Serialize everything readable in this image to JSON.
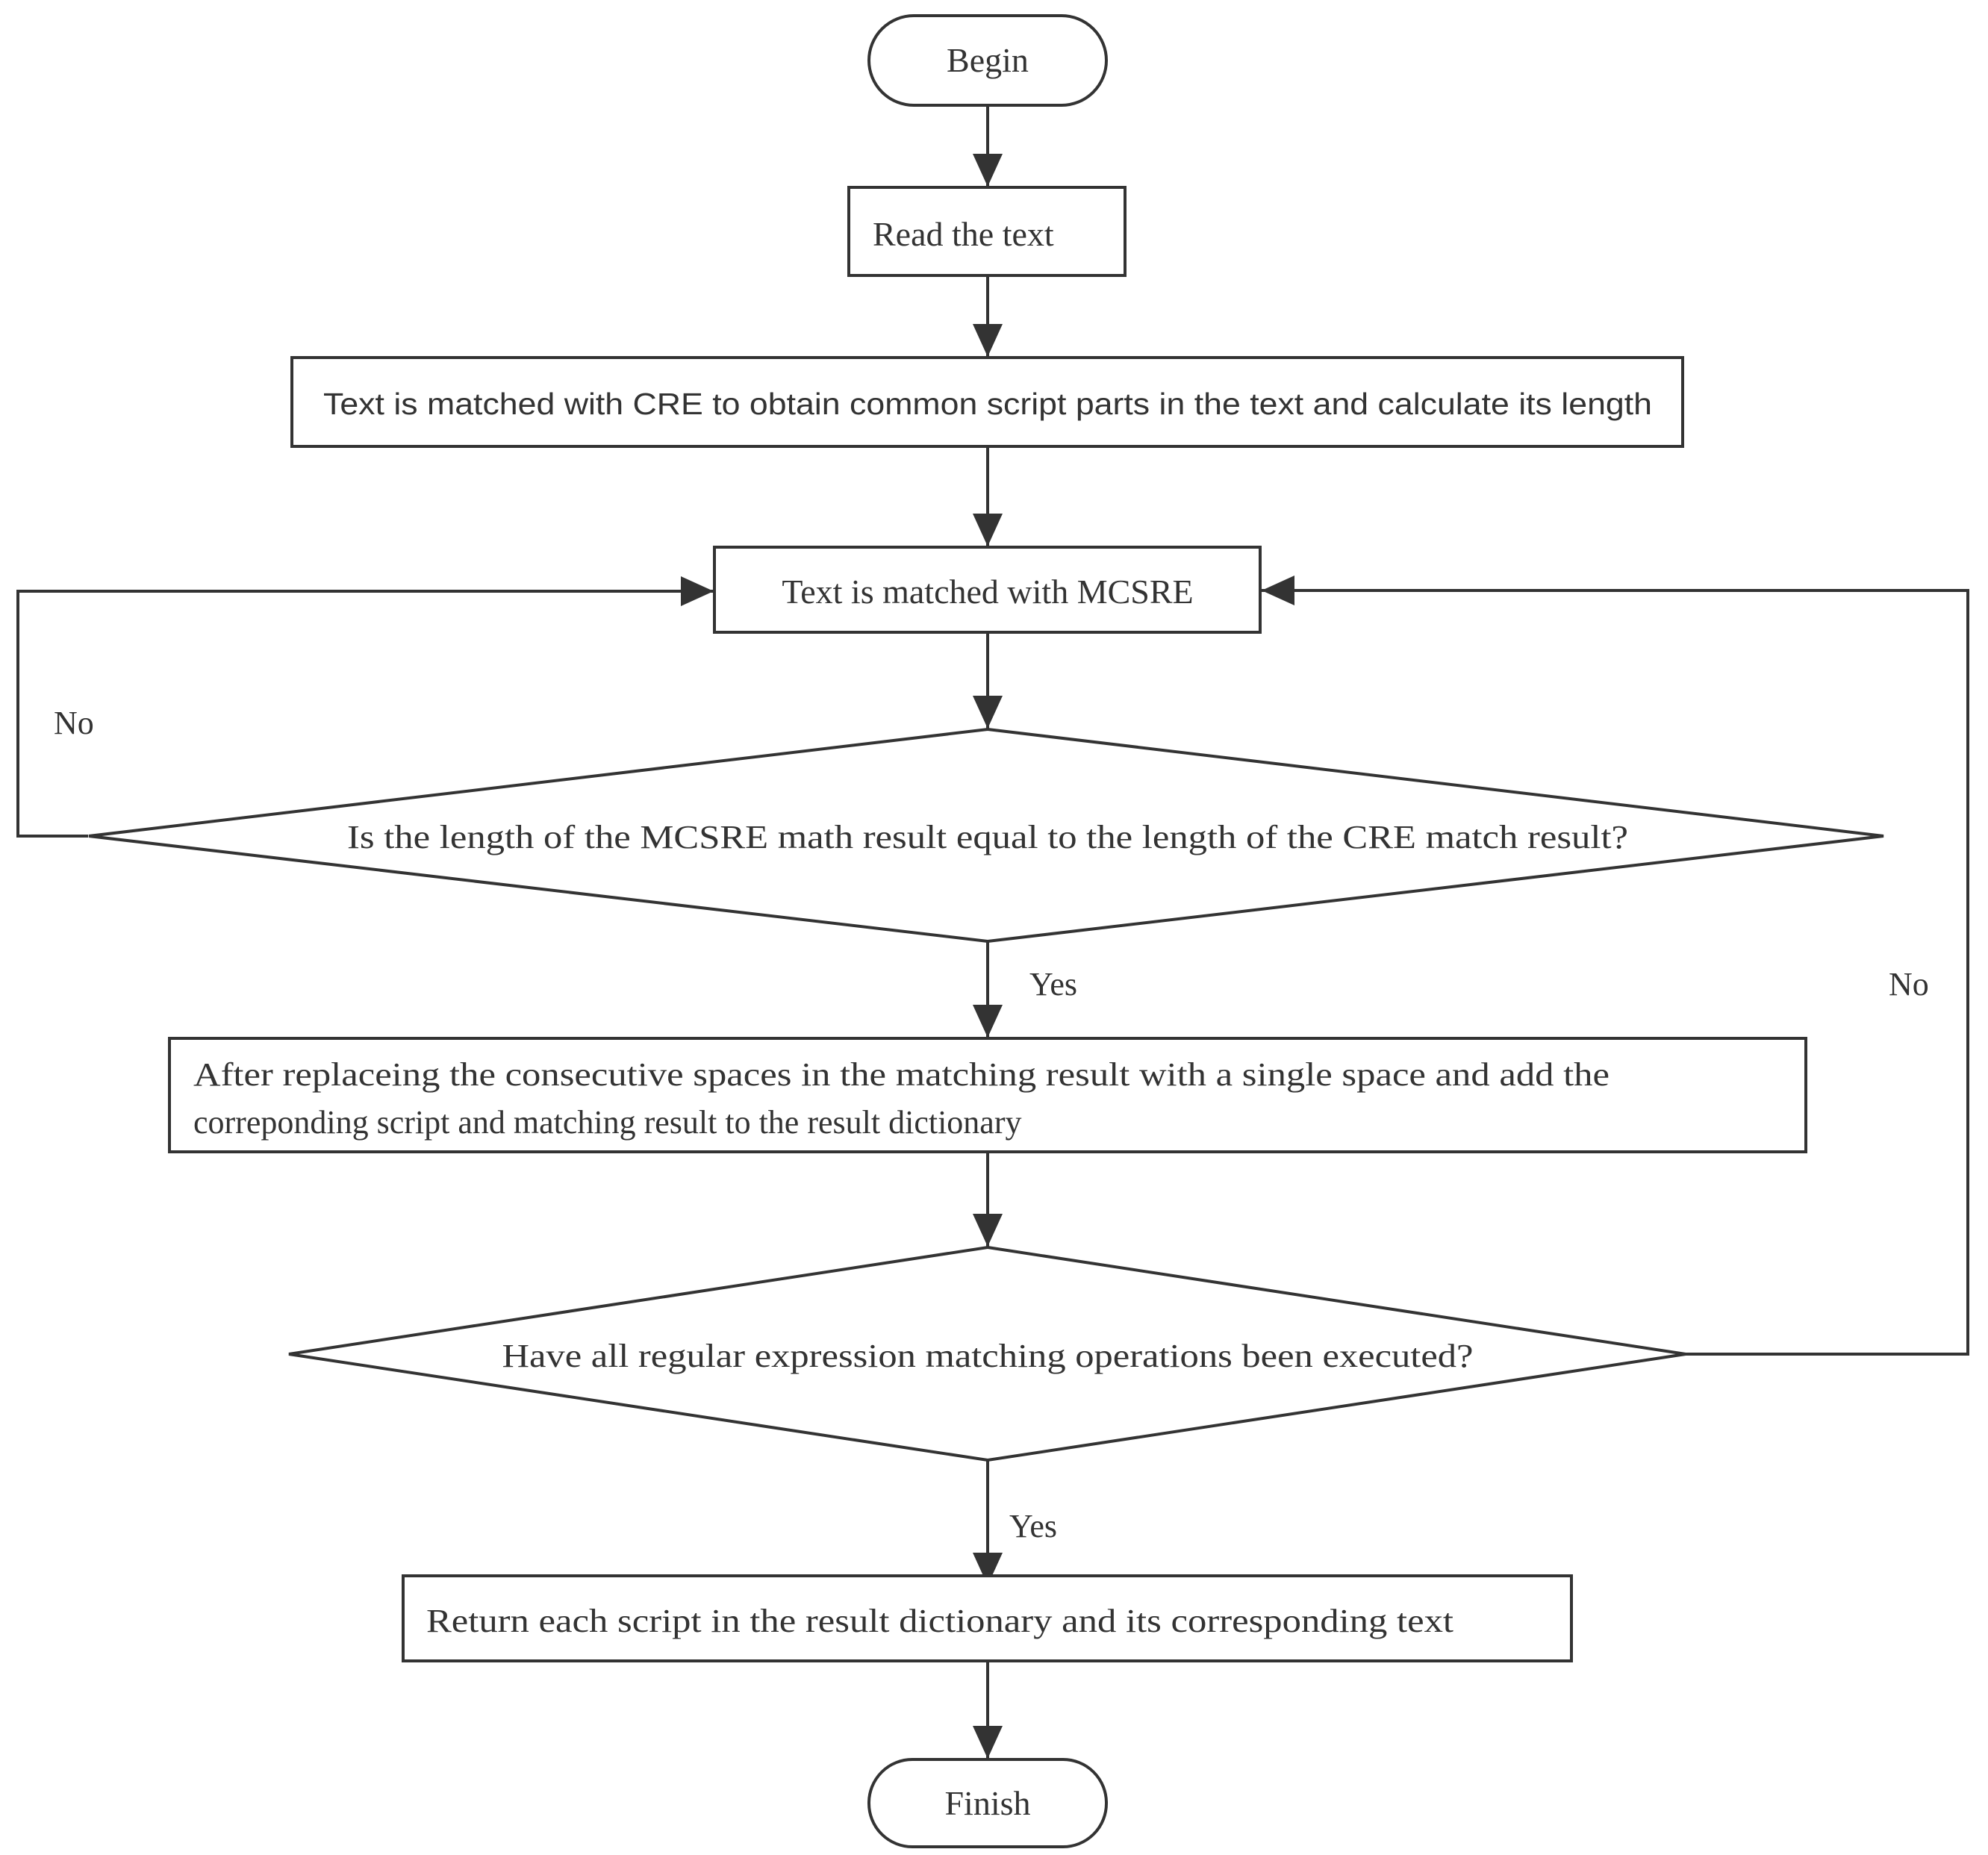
{
  "nodes": {
    "begin": "Begin",
    "read": "Read the text",
    "cre": "Text is matched with CRE to obtain common script parts in the text and calculate its length",
    "mcsre": "Text is matched with MCSRE",
    "decision1": "Is the length of the MCSRE math result equal to the length of the CRE match result?",
    "replace_line1": "After replaceing the consecutive spaces in the matching result with a single space and add the",
    "replace_line2": "correponding script and matching result to the result dictionary",
    "decision2": "Have all regular expression matching operations been executed?",
    "return": "Return each script in the result dictionary and its corresponding text",
    "finish": "Finish"
  },
  "edges": {
    "d1_yes": "Yes",
    "d1_no": "No",
    "d2_yes": "Yes",
    "d2_no": "No"
  },
  "colors": {
    "stroke": "#333333",
    "background": "#ffffff"
  }
}
